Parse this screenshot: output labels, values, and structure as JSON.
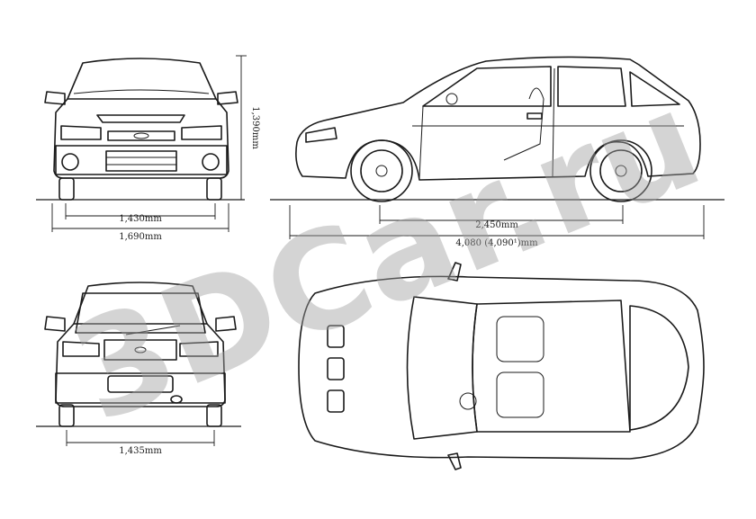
{
  "dimensions": {
    "front_track": "1,430mm",
    "overall_width": "1,690mm",
    "overall_height": "1,390mm",
    "wheelbase": "2,450mm",
    "overall_length": "4,080 (4,090¹)mm",
    "rear_track": "1,435mm"
  },
  "watermark": {
    "text": "3DCar.ru",
    "color": "#a0a0a0"
  },
  "colors": {
    "line": "#1a1a1a",
    "background": "#ffffff"
  }
}
